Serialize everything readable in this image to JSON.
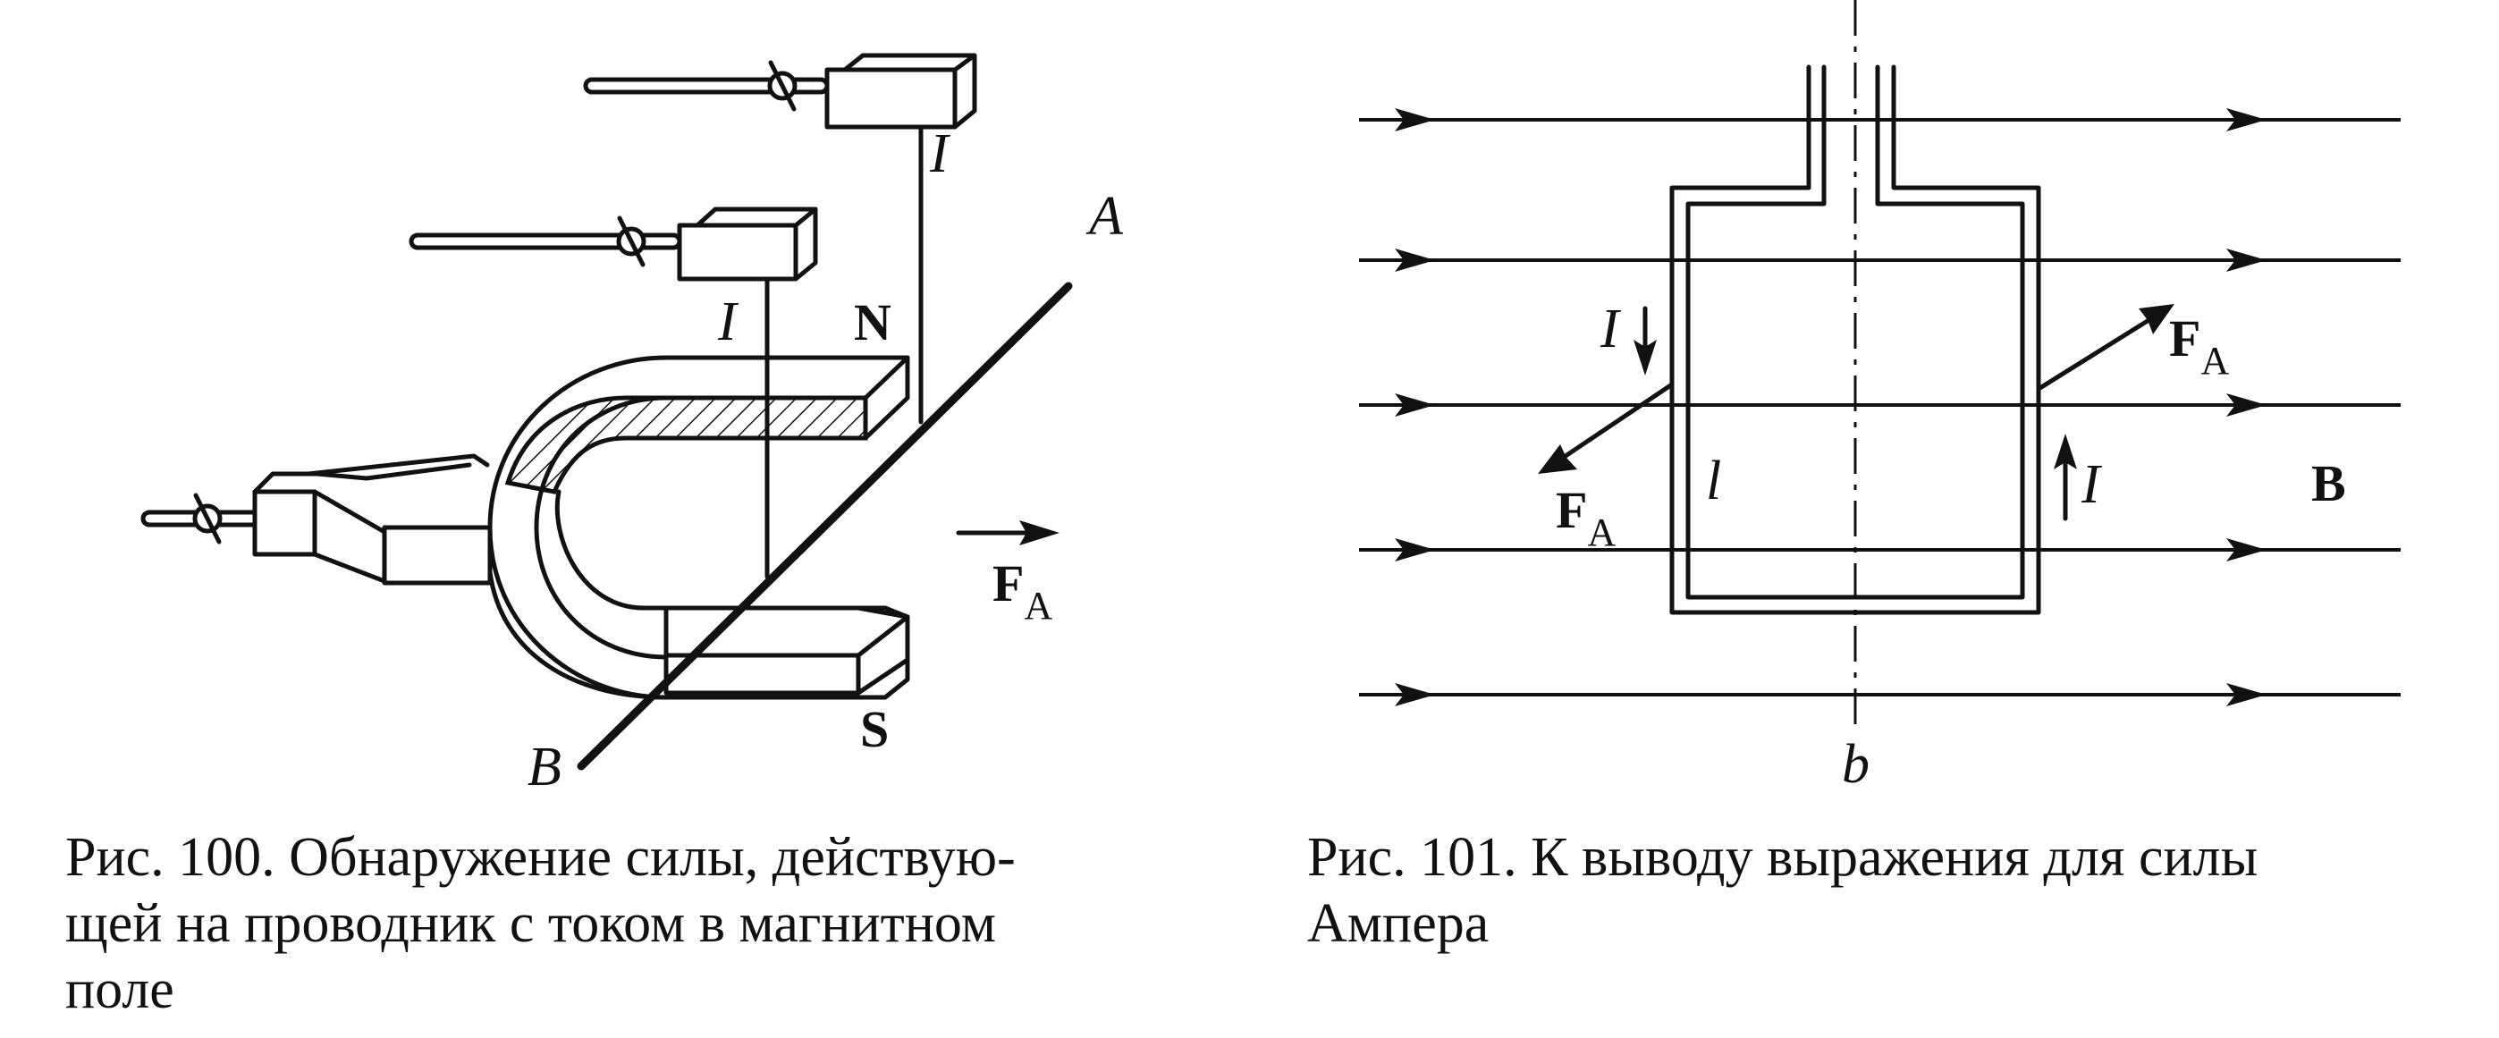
{
  "figure_100": {
    "labels": {
      "current_upper": "I",
      "current_lower": "I",
      "pole_north": "N",
      "pole_south": "S",
      "end_a": "A",
      "end_b": "B",
      "force_main": "F",
      "force_sub": "A"
    },
    "caption": "Рис. 100. Обнаружение силы, действую-\nщей на проводник с током в магнитном\nполе"
  },
  "figure_101": {
    "labels": {
      "current_left": "I",
      "current_right": "I",
      "force_right_main": "F",
      "force_right_sub": "A",
      "force_left_main": "F",
      "force_left_sub": "A",
      "length": "l",
      "field": "B",
      "axis": "b"
    },
    "caption": "Рис. 101. К выводу выражения для силы\nАмпера"
  }
}
